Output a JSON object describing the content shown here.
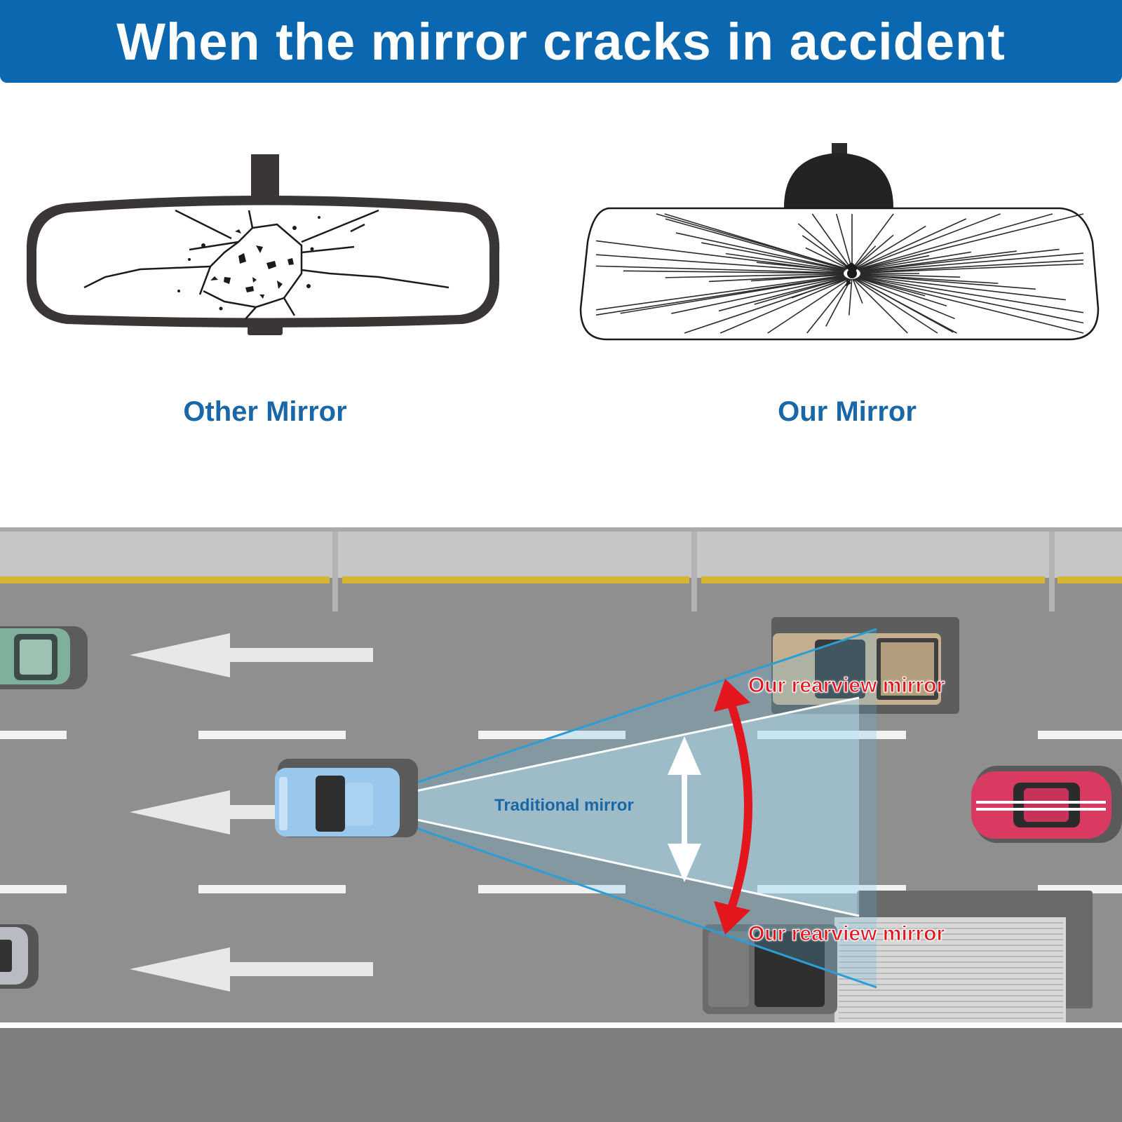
{
  "banner": {
    "title": "When the mirror cracks in accident"
  },
  "comparison": {
    "left_label": "Other Mirror",
    "right_label": "Our Mirror"
  },
  "road_diagram": {
    "wide_view_label_top": "Our rearview mirror",
    "wide_view_label_bottom": "Our rearview mirror",
    "narrow_view_label": "Traditional mirror"
  },
  "colors": {
    "banner": "#0a67b0",
    "label_blue": "#1a67a8",
    "arrow_red": "#e3161d",
    "road": "#8f8f8f"
  }
}
